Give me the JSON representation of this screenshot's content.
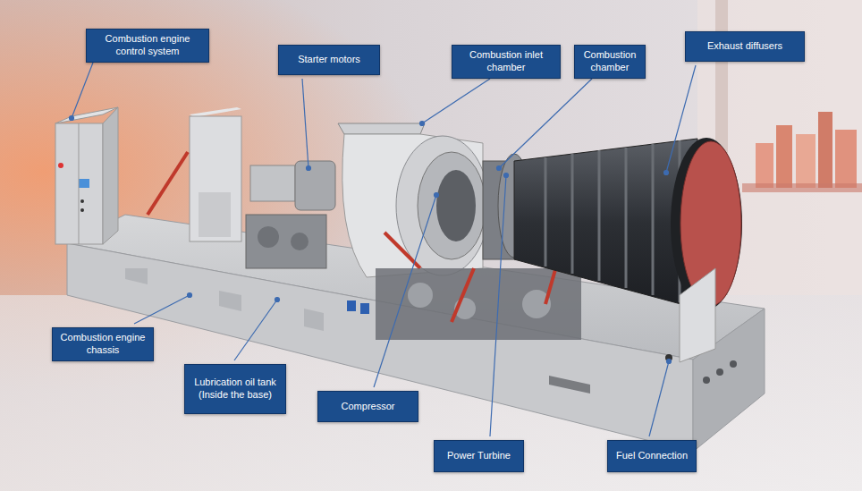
{
  "diagram": {
    "nodes": [
      {
        "text": [
          "Combustion engine control system"
        ]
      },
      {
        "text": [
          "Starter motors"
        ]
      },
      {
        "text": [
          "Combustion inlet chamber"
        ]
      },
      {
        "text": [
          "Combustion chamber"
        ]
      },
      {
        "text": [
          "Exhaust diffusers"
        ]
      },
      {
        "text": [
          "Combustion engine chassis"
        ]
      },
      {
        "text": [
          "Lubrication oil tank (Inside the base)"
        ]
      },
      {
        "text": [
          "Compressor"
        ]
      },
      {
        "text": [
          "Power Turbine"
        ]
      },
      {
        "text": [
          "Fuel Connection"
        ]
      }
    ]
  }
}
